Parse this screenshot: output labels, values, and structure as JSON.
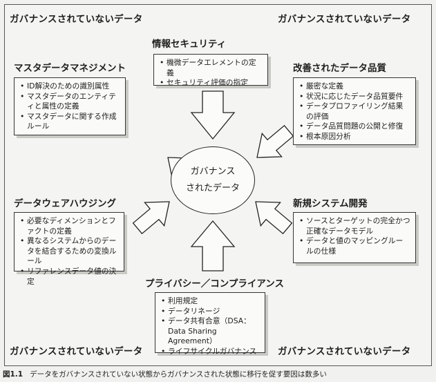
{
  "corners": {
    "top_left": "ガバナンスされていないデータ",
    "top_right": "ガバナンスされていないデータ",
    "bottom_left": "ガバナンスされていないデータ",
    "bottom_right": "ガバナンスされていないデータ"
  },
  "center": {
    "line1": "ガバナンス",
    "line2": "されたデータ"
  },
  "security": {
    "title": "情報セキュリティ",
    "items": [
      "機微データエレメントの定義",
      "セキュリティ評価の指定"
    ]
  },
  "mdm": {
    "title": "マスタデータマネジメント",
    "items": [
      "ID解決のための識別属性",
      "マスタデータのエンティティと属性の定義",
      "マスタデータに関する作成ルール"
    ]
  },
  "quality": {
    "title": "改善されたデータ品質",
    "items": [
      "厳密な定義",
      "状況に応じたデータ品質要件",
      "データプロファイリング結果の評価",
      "データ品質問題の公開と修復",
      "根本原因分析"
    ]
  },
  "dwh": {
    "title": "データウェアハウジング",
    "items": [
      "必要なディメンションとファクトの定義",
      "異なるシステムからのデータを結合するための変換ルール",
      "リファレンスデータ値の決定"
    ]
  },
  "newsys": {
    "title": "新規システム開発",
    "items": [
      "ソースとターゲットの完全かつ正確なデータモデル",
      "データと値のマッピングルールの仕様"
    ]
  },
  "privacy": {
    "title": "プライバシー／コンプライアンス",
    "items": [
      "利用規定",
      "データリネージ",
      "データ共有合意（DSA：Data Sharing Agreement）",
      "ライフサイクルガバナンス"
    ]
  },
  "caption": {
    "number": "図1.1",
    "text": "データをガバナンスされていない状態からガバナンスされた状態に移行を促す要因は数多い"
  }
}
